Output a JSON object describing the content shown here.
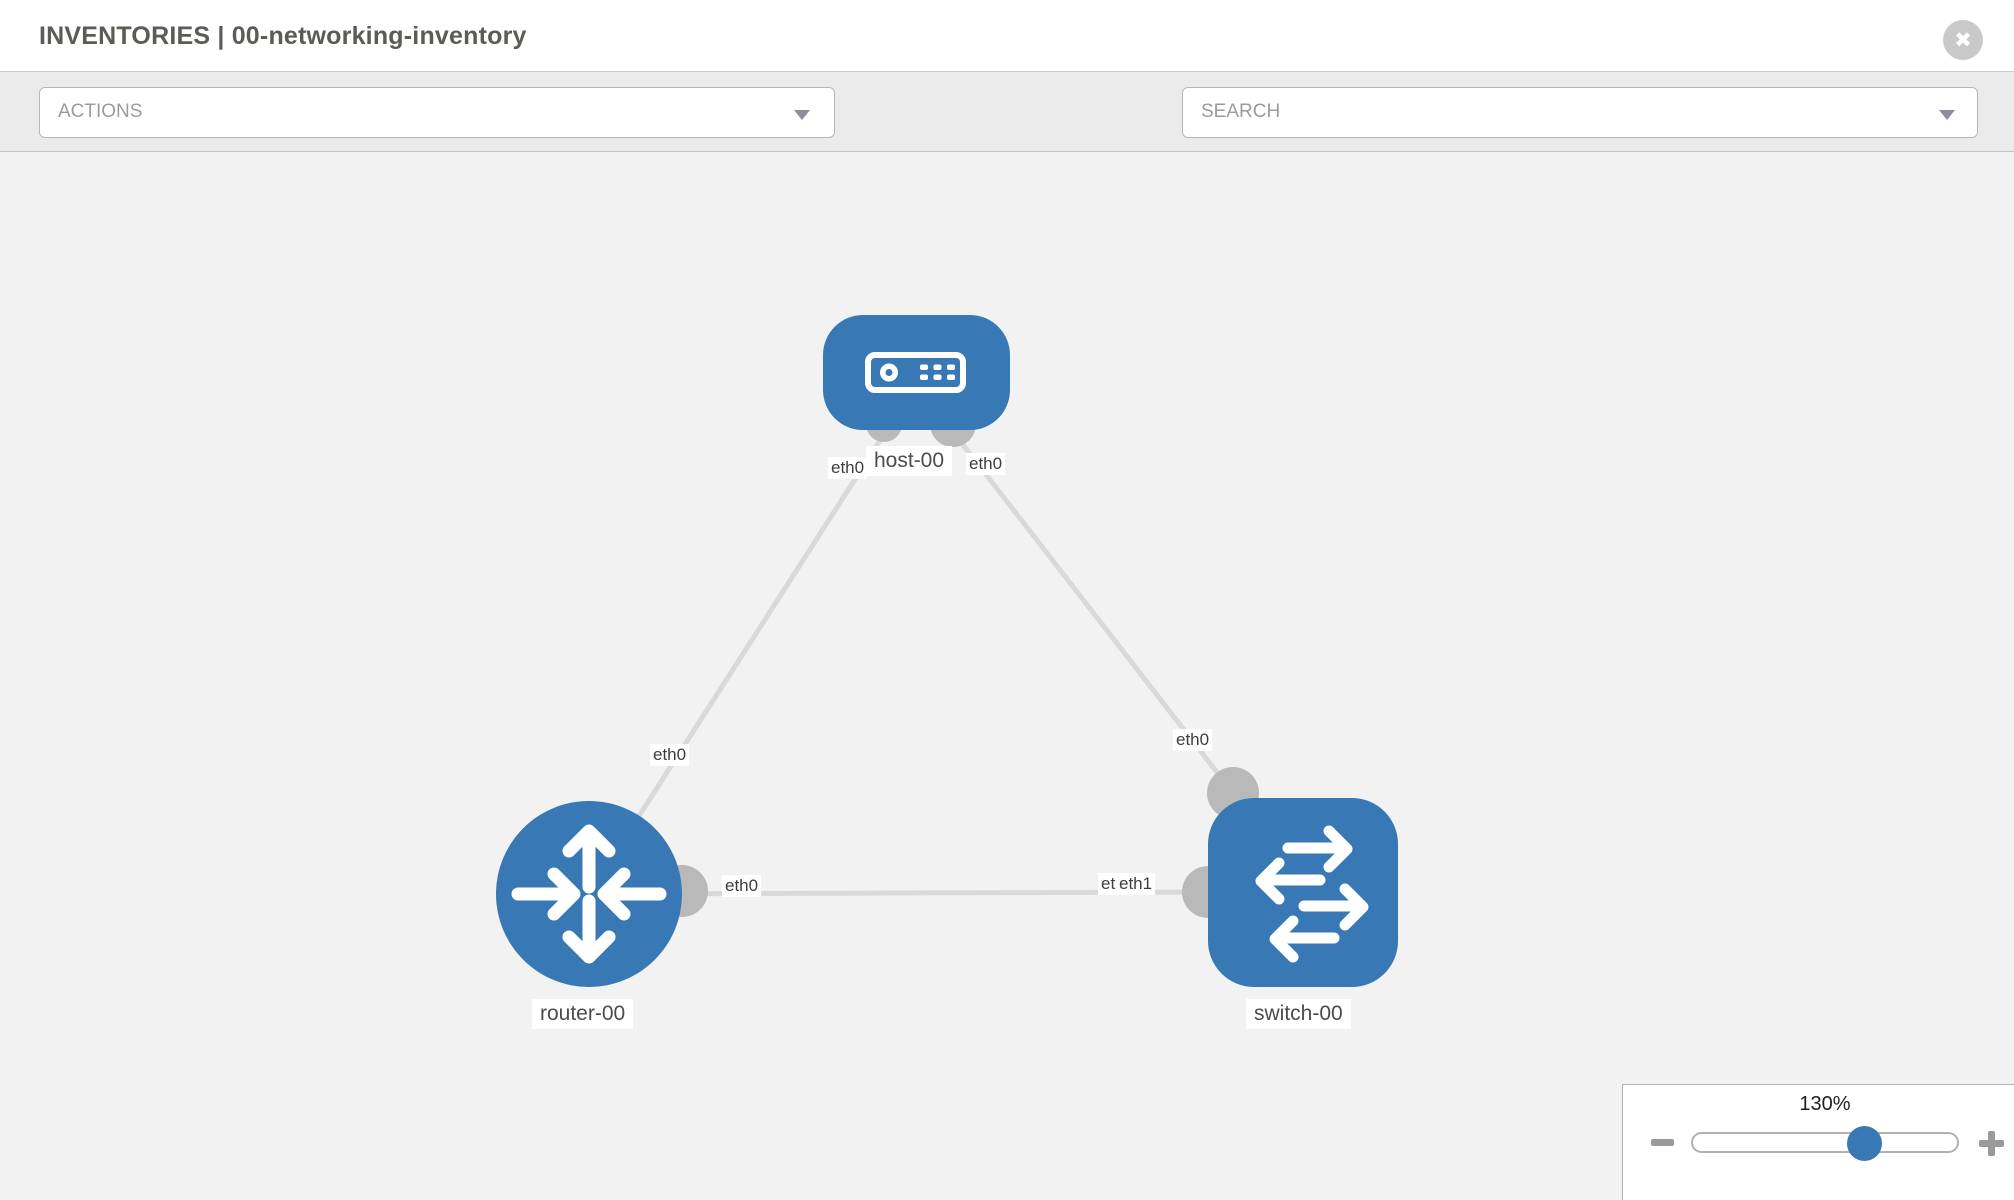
{
  "header": {
    "title": "INVENTORIES | 00-networking-inventory"
  },
  "icons": {
    "close": "✖"
  },
  "toolbar": {
    "actions": {
      "placeholder": "ACTIONS"
    },
    "search": {
      "placeholder": "SEARCH"
    }
  },
  "canvas": {
    "nodes": [
      {
        "id": "host-00",
        "type": "host",
        "label": "host-00"
      },
      {
        "id": "router-00",
        "type": "router",
        "label": "router-00"
      },
      {
        "id": "switch-00",
        "type": "switch",
        "label": "switch-00"
      }
    ],
    "links": [
      {
        "from": "host-00",
        "from_interface": "eth0",
        "to": "router-00",
        "to_interface": "eth0"
      },
      {
        "from": "host-00",
        "from_interface": "eth0",
        "to": "switch-00",
        "to_interface": "eth0"
      },
      {
        "from": "router-00",
        "from_interface": "eth0",
        "to": "switch-00",
        "to_interface": "eth1"
      }
    ],
    "interface_labels": {
      "host_left": "eth0",
      "host_right": "eth0",
      "host_router_link": "eth0",
      "host_switch_link": "eth0",
      "router_switch_router_end": "eth0",
      "router_switch_switch_end_back": "eth0",
      "router_switch_switch_end_front": "eth1"
    }
  },
  "zoom_control": {
    "level": "130%",
    "percent": 130
  },
  "colors": {
    "node_blue": "#3878b4",
    "link_gray": "#d9d9d9",
    "connector_gray": "#b9b9b9",
    "toolbar_gray": "#ebebeb"
  }
}
